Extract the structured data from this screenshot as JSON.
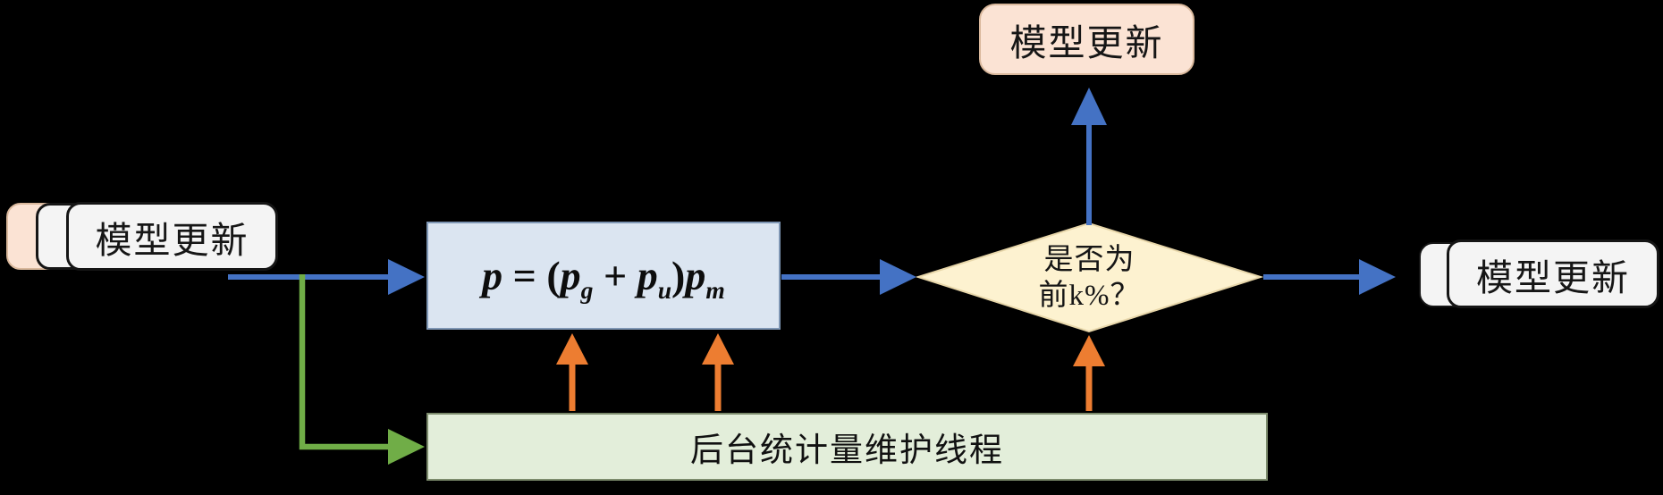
{
  "colors": {
    "background": "#000000",
    "arrow_blue": "#4472c4",
    "arrow_green": "#70ad47",
    "arrow_orange": "#ed7d31",
    "peach_fill": "#fbe3d4",
    "peach_border": "#d9b89c",
    "white_fill": "#f4f4f4",
    "box_border": "#151515",
    "blue_fill": "#dbe5f1",
    "blue_border": "#7e96b4",
    "yellow_fill": "#fdf2d0",
    "yellow_border": "#e8d7aa",
    "green_fill": "#e3eeda",
    "green_border": "#7c8b6c"
  },
  "nodes": {
    "left_stack": {
      "label": "模型更新"
    },
    "top_box": {
      "label": "模型更新"
    },
    "right_stack": {
      "label": "模型更新"
    },
    "formula": {
      "parts": [
        "p",
        " = (",
        "p",
        "g",
        " + ",
        "p",
        "u",
        ")",
        "p",
        "m"
      ]
    },
    "decision": {
      "line1": "是否为",
      "line2": "前k%？"
    },
    "background_thread": {
      "label": "后台统计量维护线程"
    }
  }
}
